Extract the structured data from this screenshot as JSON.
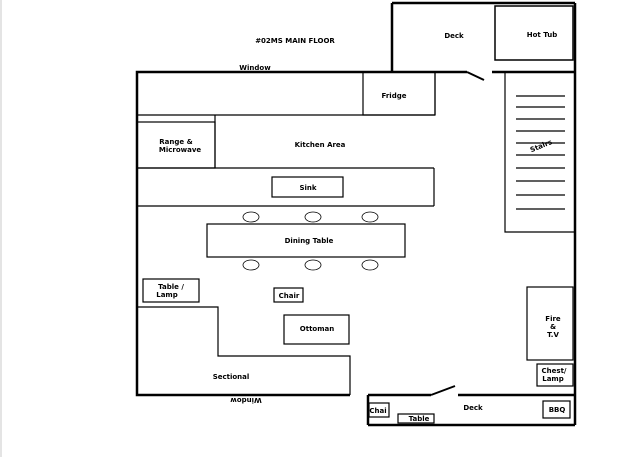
{
  "title": "#02MS  MAIN FLOOR",
  "labels": {
    "window_top": "Window",
    "window_bottom": "Window",
    "deck_top": "Deck",
    "hot_tub": "Hot Tub",
    "fridge": "Fridge",
    "range_line1": "Range &",
    "range_line2": "Microwave",
    "kitchen_area": "Kitchen Area",
    "sink": "Sink",
    "stairs": "Stairs",
    "dining_table": "Dining Table",
    "side_table_line1": "Table  /",
    "side_table_line2": "Lamp",
    "chair_living": "Chair",
    "ottoman": "Ottoman",
    "fire_line1": "Fire",
    "fire_line2": "&",
    "fire_line3": "T.V",
    "chest_line1": "Chest/",
    "chest_line2": "Lamp",
    "sectional": "Sectional",
    "deck_bottom": "Deck",
    "chair_deck": "Chai",
    "table_deck": "Table",
    "bbq": "BBQ"
  }
}
